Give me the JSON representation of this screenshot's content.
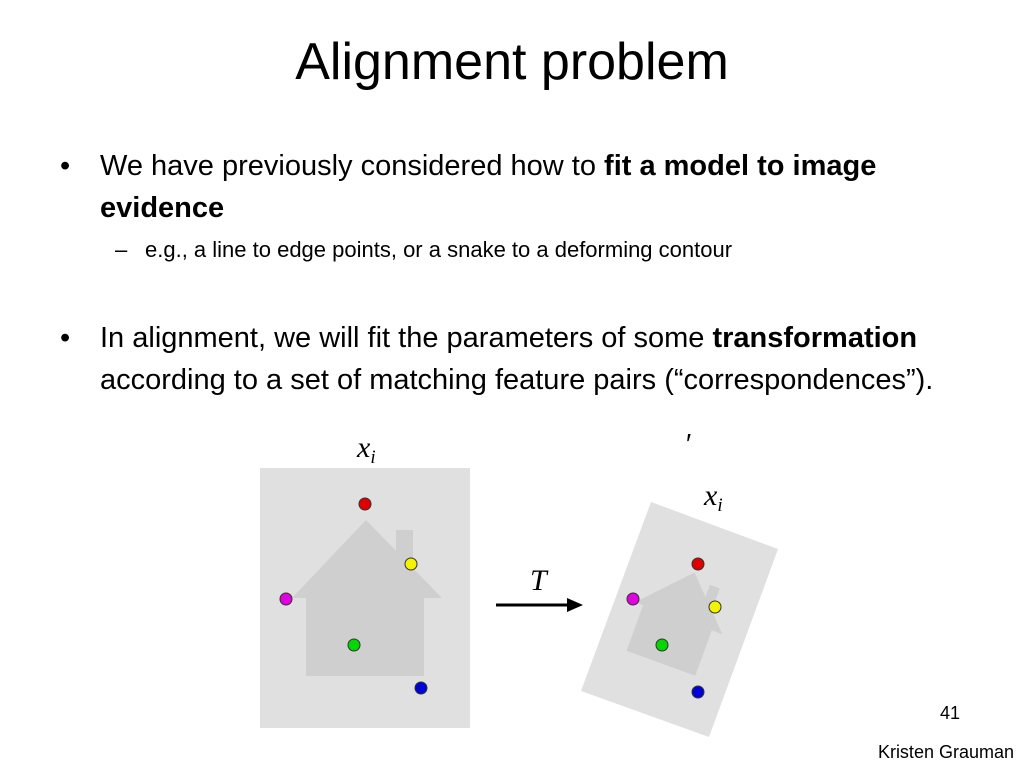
{
  "slide": {
    "title": "Alignment problem",
    "bullets": [
      {
        "marker": "•",
        "text_plain_1": "We have previously considered how to ",
        "text_bold_1": "fit a model to image evidence",
        "sub": {
          "marker": "–",
          "text": "e.g., a line to edge points, or a snake to a deforming contour"
        }
      },
      {
        "marker": "•",
        "text_plain_1": "In alignment, we will fit the parameters of some ",
        "text_bold_1": "transformation",
        "text_plain_2": " according to a set of matching feature pairs (“correspondences”)."
      }
    ],
    "figure": {
      "source_label_var": "x",
      "source_label_sub": "i",
      "target_label_var": "x",
      "target_label_sub": "i",
      "target_prime": "′",
      "transform_label": "T",
      "colors": {
        "panel": "#e0e0e0",
        "house": "#cfcfcf",
        "red": "#e00000",
        "yellow": "#f4f400",
        "magenta": "#e000e0",
        "green": "#00d800",
        "blue": "#0000d8"
      }
    },
    "page_number": "41",
    "credit": "Kristen Grauman"
  }
}
